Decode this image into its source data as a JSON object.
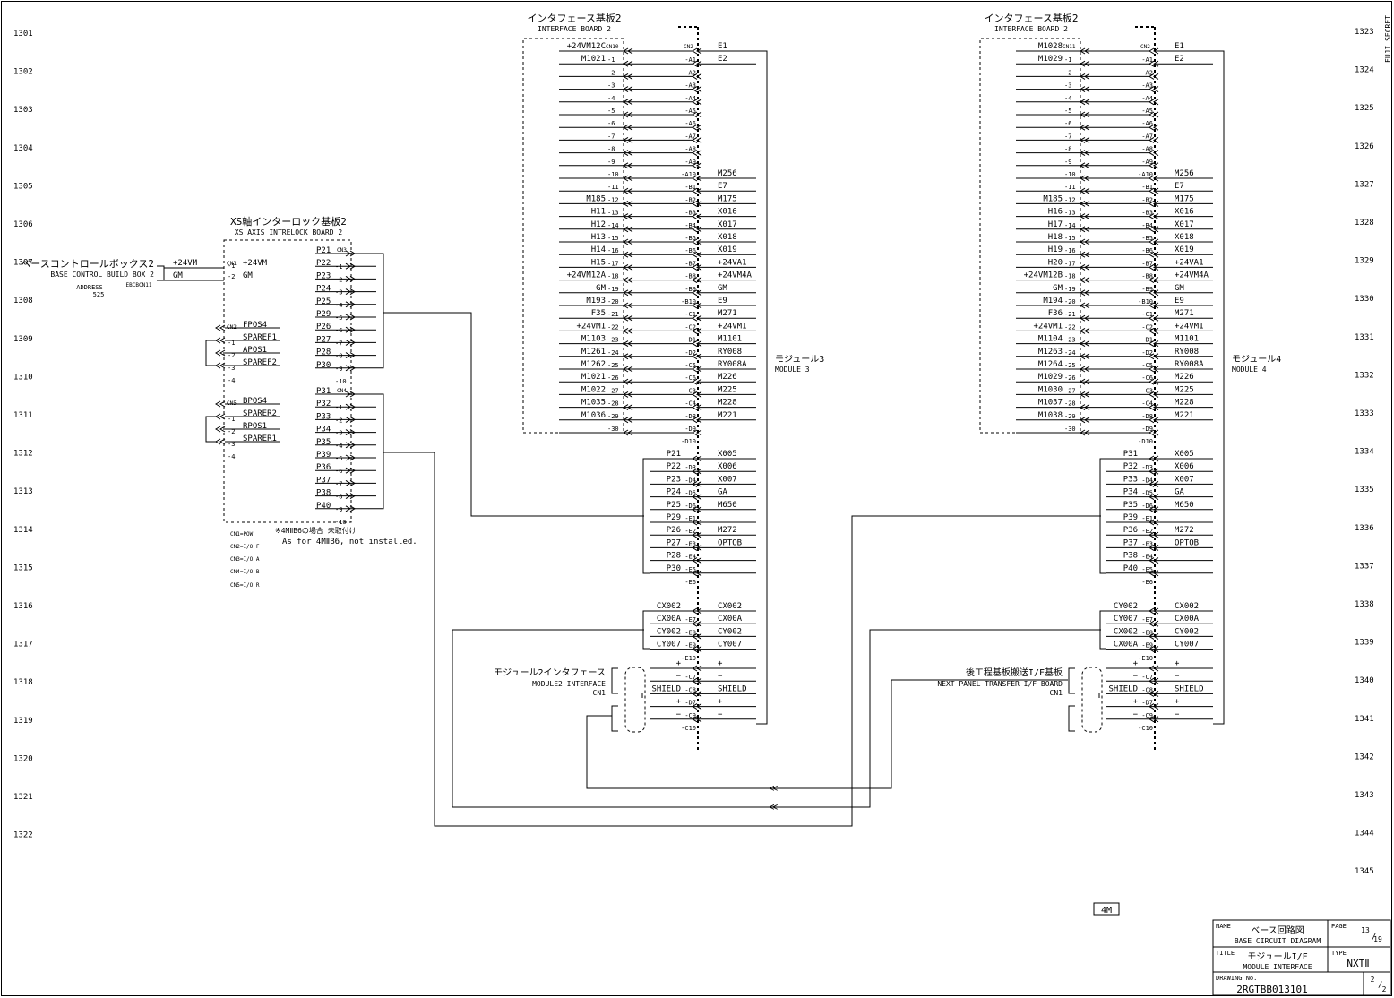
{
  "page": {
    "security_mark": "FUJI SECRET",
    "badge": "4M"
  },
  "row_numbers_left": [
    "1301",
    "1302",
    "1303",
    "1304",
    "1305",
    "1306",
    "1307",
    "1308",
    "1309",
    "1310",
    "1311",
    "1312",
    "1313",
    "1314",
    "1315",
    "1316",
    "1317",
    "1318",
    "1319",
    "1320",
    "1321",
    "1322"
  ],
  "row_numbers_right": [
    "1323",
    "1324",
    "1325",
    "1326",
    "1327",
    "1328",
    "1329",
    "1330",
    "1331",
    "1332",
    "1333",
    "1334",
    "1335",
    "1336",
    "1337",
    "1338",
    "1339",
    "1340",
    "1341",
    "1342",
    "1343",
    "1344",
    "1345"
  ],
  "base_box": {
    "title_jp": "ベースコントロールボックス2",
    "title_en": "BASE CONTROL BUILD BOX 2",
    "address_label": "ADDRESS",
    "address": "525",
    "connector": "EBCBCN11",
    "pins": [
      {
        "num": "1",
        "sig": "+24VM"
      },
      {
        "num": "2",
        "sig": "GM"
      }
    ]
  },
  "xs_board": {
    "title_jp": "XS軸インターロック基板2",
    "title_en": "XS AXIS INTRELOCK BOARD 2",
    "cn1": {
      "label": "CN1",
      "pins": [
        {
          "num": "-1",
          "sig": "+24VM"
        },
        {
          "num": "-2",
          "sig": "GM"
        }
      ]
    },
    "cn2": {
      "label": "CN2",
      "pins": [
        {
          "num": "",
          "sig": "FPOS4"
        },
        {
          "num": "-1",
          "sig": "SPAREF1"
        },
        {
          "num": "-2",
          "sig": "APOS1"
        },
        {
          "num": "-3",
          "sig": "SPAREF2"
        },
        {
          "num": "-4",
          "sig": ""
        }
      ]
    },
    "cn5": {
      "label": "CN5",
      "pins": [
        {
          "num": "",
          "sig": "BPOS4"
        },
        {
          "num": "-1",
          "sig": "SPARER2"
        },
        {
          "num": "-2",
          "sig": "RPOS1"
        },
        {
          "num": "-3",
          "sig": "SPARER1"
        },
        {
          "num": "-4",
          "sig": ""
        }
      ]
    },
    "cn3": {
      "label": "CN3",
      "pins": [
        {
          "num": "",
          "sig": "P21"
        },
        {
          "num": "-1",
          "sig": "P22"
        },
        {
          "num": "-2",
          "sig": "P23"
        },
        {
          "num": "-3",
          "sig": "P24"
        },
        {
          "num": "-4",
          "sig": "P25"
        },
        {
          "num": "-5",
          "sig": "P29"
        },
        {
          "num": "-6",
          "sig": "P26"
        },
        {
          "num": "-7",
          "sig": "P27"
        },
        {
          "num": "-8",
          "sig": "P28"
        },
        {
          "num": "-9",
          "sig": "P30"
        },
        {
          "num": "-10",
          "sig": ""
        }
      ]
    },
    "cn4": {
      "label": "CN4",
      "pins": [
        {
          "num": "",
          "sig": "P31"
        },
        {
          "num": "-1",
          "sig": "P32"
        },
        {
          "num": "-2",
          "sig": "P33"
        },
        {
          "num": "-3",
          "sig": "P34"
        },
        {
          "num": "-4",
          "sig": "P35"
        },
        {
          "num": "-5",
          "sig": "P39"
        },
        {
          "num": "-6",
          "sig": "P36"
        },
        {
          "num": "-7",
          "sig": "P37"
        },
        {
          "num": "-8",
          "sig": "P38"
        },
        {
          "num": "-9",
          "sig": "P40"
        },
        {
          "num": "-10",
          "sig": ""
        }
      ]
    },
    "legend": [
      "CN1=POW",
      "CN2=I/O F",
      "CN3=I/O A",
      "CN4=I/O B",
      "CN5=I/O R"
    ],
    "note_jp": "※4MⅡB6の場合 未取付け",
    "note_en": "As for 4MⅡB6, not installed."
  },
  "if_boards": [
    {
      "title_jp": "インタフェース基板2",
      "title_en": "INTERFACE BOARD 2",
      "cn10_label": "CN10",
      "cn2_label": "CN2",
      "module_jp": "モジュール3",
      "module_en": "MODULE 3",
      "rows": [
        {
          "l": "+24VM12C",
          "ln": "",
          "rn": "",
          "r": "E1"
        },
        {
          "l": "M1021",
          "ln": "-1",
          "rn": "-A1",
          "r": "E2"
        },
        {
          "l": "",
          "ln": "-2",
          "rn": "-A2",
          "r": ""
        },
        {
          "l": "",
          "ln": "-3",
          "rn": "-A3",
          "r": ""
        },
        {
          "l": "",
          "ln": "-4",
          "rn": "-A4",
          "r": ""
        },
        {
          "l": "",
          "ln": "-5",
          "rn": "-A5",
          "r": ""
        },
        {
          "l": "",
          "ln": "-6",
          "rn": "-A6",
          "r": ""
        },
        {
          "l": "",
          "ln": "-7",
          "rn": "-A7",
          "r": ""
        },
        {
          "l": "",
          "ln": "-8",
          "rn": "-A8",
          "r": ""
        },
        {
          "l": "",
          "ln": "-9",
          "rn": "-A9",
          "r": ""
        },
        {
          "l": "",
          "ln": "-10",
          "rn": "-A10",
          "r": "M256"
        },
        {
          "l": "",
          "ln": "-11",
          "rn": "-B1",
          "r": "E7"
        },
        {
          "l": "M185",
          "ln": "-12",
          "rn": "-B2",
          "r": "M175"
        },
        {
          "l": "H11",
          "ln": "-13",
          "rn": "-B3",
          "r": "X016"
        },
        {
          "l": "H12",
          "ln": "-14",
          "rn": "-B4",
          "r": "X017"
        },
        {
          "l": "H13",
          "ln": "-15",
          "rn": "-B5",
          "r": "X018"
        },
        {
          "l": "H14",
          "ln": "-16",
          "rn": "-B6",
          "r": "X019"
        },
        {
          "l": "H15",
          "ln": "-17",
          "rn": "-B7",
          "r": "+24VA1"
        },
        {
          "l": "+24VM12A",
          "ln": "-18",
          "rn": "-B8",
          "r": "+24VM4A"
        },
        {
          "l": "GM",
          "ln": "-19",
          "rn": "-B9",
          "r": "GM"
        },
        {
          "l": "M193",
          "ln": "-20",
          "rn": "-B10",
          "r": "E9"
        },
        {
          "l": "F35",
          "ln": "-21",
          "rn": "-C1",
          "r": "M271"
        },
        {
          "l": "+24VM1",
          "ln": "-22",
          "rn": "-C2",
          "r": "+24VM1"
        },
        {
          "l": "M1103",
          "ln": "-23",
          "rn": "-D1",
          "r": "M1101"
        },
        {
          "l": "M1261",
          "ln": "-24",
          "rn": "-D2",
          "r": "RY008"
        },
        {
          "l": "M1262",
          "ln": "-25",
          "rn": "-C5",
          "r": "RY008A"
        },
        {
          "l": "M1021",
          "ln": "-26",
          "rn": "-C6",
          "r": "M226"
        },
        {
          "l": "M1022",
          "ln": "-27",
          "rn": "-C3",
          "r": "M225"
        },
        {
          "l": "M1035",
          "ln": "-28",
          "rn": "-C4",
          "r": "M228"
        },
        {
          "l": "M1036",
          "ln": "-29",
          "rn": "-D8",
          "r": "M221"
        },
        {
          "l": "",
          "ln": "-30",
          "rn": "-D9",
          "r": ""
        },
        {
          "l": "",
          "ln": "",
          "rn": "-D10",
          "r": ""
        }
      ],
      "rows2": [
        {
          "l": "P21",
          "rn": "",
          "r": "X005"
        },
        {
          "l": "P22",
          "rn": "-D3",
          "r": "X006"
        },
        {
          "l": "P23",
          "rn": "-D4",
          "r": "X007"
        },
        {
          "l": "P24",
          "rn": "-D5",
          "r": "GA"
        },
        {
          "l": "P25",
          "rn": "-D6",
          "r": "M650"
        },
        {
          "l": "P29",
          "rn": "-E1",
          "r": ""
        },
        {
          "l": "P26",
          "rn": "-E2",
          "r": "M272"
        },
        {
          "l": "P27",
          "rn": "-E3",
          "r": "OPTOB"
        },
        {
          "l": "P28",
          "rn": "-E4",
          "r": ""
        },
        {
          "l": "P30",
          "rn": "-E5",
          "r": ""
        },
        {
          "l": "",
          "rn": "-E6",
          "r": ""
        }
      ],
      "rows3": [
        {
          "l": "CX002",
          "rn": "",
          "r": "CX002"
        },
        {
          "l": "CX00A",
          "rn": "-E7",
          "r": "CX00A"
        },
        {
          "l": "CY002",
          "rn": "-E8",
          "r": "CY002"
        },
        {
          "l": "CY007",
          "rn": "-E9",
          "r": "CY007"
        },
        {
          "l": "",
          "rn": "-E10",
          "r": ""
        }
      ],
      "sub_jp": "モジュール2インタフェース",
      "sub_en": "MODULE2 INTERFACE",
      "sub_cn": "CN1",
      "rows4": [
        {
          "l": "+",
          "rn": "",
          "r": "+"
        },
        {
          "l": "−",
          "rn": "-C7",
          "r": "−"
        },
        {
          "l": "SHIELD",
          "rn": "-C8",
          "r": "SHIELD"
        },
        {
          "l": "+",
          "rn": "-D7",
          "r": "+"
        },
        {
          "l": "−",
          "rn": "-C9",
          "r": "−"
        },
        {
          "l": "",
          "rn": "-C10",
          "r": ""
        }
      ]
    },
    {
      "title_jp": "インタフェース基板2",
      "title_en": "INTERFACE BOARD 2",
      "cn10_label": "CN11",
      "cn2_label": "CN2",
      "module_jp": "モジュール4",
      "module_en": "MODULE 4",
      "rows": [
        {
          "l": "M1028",
          "ln": "",
          "rn": "",
          "r": "E1"
        },
        {
          "l": "M1029",
          "ln": "-1",
          "rn": "-A1",
          "r": "E2"
        },
        {
          "l": "",
          "ln": "-2",
          "rn": "-A2",
          "r": ""
        },
        {
          "l": "",
          "ln": "-3",
          "rn": "-A3",
          "r": ""
        },
        {
          "l": "",
          "ln": "-4",
          "rn": "-A4",
          "r": ""
        },
        {
          "l": "",
          "ln": "-5",
          "rn": "-A5",
          "r": ""
        },
        {
          "l": "",
          "ln": "-6",
          "rn": "-A6",
          "r": ""
        },
        {
          "l": "",
          "ln": "-7",
          "rn": "-A7",
          "r": ""
        },
        {
          "l": "",
          "ln": "-8",
          "rn": "-A8",
          "r": ""
        },
        {
          "l": "",
          "ln": "-9",
          "rn": "-A9",
          "r": ""
        },
        {
          "l": "",
          "ln": "-10",
          "rn": "-A10",
          "r": "M256"
        },
        {
          "l": "",
          "ln": "-11",
          "rn": "-B1",
          "r": "E7"
        },
        {
          "l": "M185",
          "ln": "-12",
          "rn": "-B2",
          "r": "M175"
        },
        {
          "l": "H16",
          "ln": "-13",
          "rn": "-B3",
          "r": "X016"
        },
        {
          "l": "H17",
          "ln": "-14",
          "rn": "-B4",
          "r": "X017"
        },
        {
          "l": "H18",
          "ln": "-15",
          "rn": "-B5",
          "r": "X018"
        },
        {
          "l": "H19",
          "ln": "-16",
          "rn": "-B6",
          "r": "X019"
        },
        {
          "l": "H20",
          "ln": "-17",
          "rn": "-B7",
          "r": "+24VA1"
        },
        {
          "l": "+24VM12B",
          "ln": "-18",
          "rn": "-B8",
          "r": "+24VM4A"
        },
        {
          "l": "GM",
          "ln": "-19",
          "rn": "-B9",
          "r": "GM"
        },
        {
          "l": "M194",
          "ln": "-20",
          "rn": "-B10",
          "r": "E9"
        },
        {
          "l": "F36",
          "ln": "-21",
          "rn": "-C1",
          "r": "M271"
        },
        {
          "l": "+24VM1",
          "ln": "-22",
          "rn": "-C2",
          "r": "+24VM1"
        },
        {
          "l": "M1104",
          "ln": "-23",
          "rn": "-D1",
          "r": "M1101"
        },
        {
          "l": "M1263",
          "ln": "-24",
          "rn": "-D2",
          "r": "RY008"
        },
        {
          "l": "M1264",
          "ln": "-25",
          "rn": "-C5",
          "r": "RY008A"
        },
        {
          "l": "M1029",
          "ln": "-26",
          "rn": "-C6",
          "r": "M226"
        },
        {
          "l": "M1030",
          "ln": "-27",
          "rn": "-C3",
          "r": "M225"
        },
        {
          "l": "M1037",
          "ln": "-28",
          "rn": "-C4",
          "r": "M228"
        },
        {
          "l": "M1038",
          "ln": "-29",
          "rn": "-D8",
          "r": "M221"
        },
        {
          "l": "",
          "ln": "-30",
          "rn": "-D9",
          "r": ""
        },
        {
          "l": "",
          "ln": "",
          "rn": "-D10",
          "r": ""
        }
      ],
      "rows2": [
        {
          "l": "P31",
          "rn": "",
          "r": "X005"
        },
        {
          "l": "P32",
          "rn": "-D3",
          "r": "X006"
        },
        {
          "l": "P33",
          "rn": "-D4",
          "r": "X007"
        },
        {
          "l": "P34",
          "rn": "-D5",
          "r": "GA"
        },
        {
          "l": "P35",
          "rn": "-D6",
          "r": "M650"
        },
        {
          "l": "P39",
          "rn": "-E1",
          "r": ""
        },
        {
          "l": "P36",
          "rn": "-E2",
          "r": "M272"
        },
        {
          "l": "P37",
          "rn": "-E3",
          "r": "OPTOB"
        },
        {
          "l": "P38",
          "rn": "-E4",
          "r": ""
        },
        {
          "l": "P40",
          "rn": "-E5",
          "r": ""
        },
        {
          "l": "",
          "rn": "-E6",
          "r": ""
        }
      ],
      "rows3": [
        {
          "l": "CY002",
          "rn": "",
          "r": "CX002"
        },
        {
          "l": "CY007",
          "rn": "-E7",
          "r": "CX00A"
        },
        {
          "l": "CX002",
          "rn": "-E8",
          "r": "CY002"
        },
        {
          "l": "CX00A",
          "rn": "-E9",
          "r": "CY007"
        },
        {
          "l": "",
          "rn": "-E10",
          "r": ""
        }
      ],
      "sub_jp": "後工程基板搬送I/F基板",
      "sub_en": "NEXT PANEL TRANSFER I/F BOARD",
      "sub_cn": "CN1",
      "rows4": [
        {
          "l": "+",
          "rn": "",
          "r": "+"
        },
        {
          "l": "−",
          "rn": "-C7",
          "r": "−"
        },
        {
          "l": "SHIELD",
          "rn": "-C8",
          "r": "SHIELD"
        },
        {
          "l": "+",
          "rn": "-D7",
          "r": "+"
        },
        {
          "l": "−",
          "rn": "-C9",
          "r": "−"
        },
        {
          "l": "",
          "rn": "-C10",
          "r": ""
        }
      ]
    }
  ],
  "title_block": {
    "name_label": "NAME",
    "name_jp": "ベース回路図",
    "name_en": "BASE CIRCUIT DIAGRAM",
    "page_label": "PAGE",
    "page_num": "13",
    "page_total": "19",
    "title_label": "TITLE",
    "title_jp": "モジュールI/F",
    "title_en": "MODULE INTERFACE",
    "type_label": "TYPE",
    "type_value": "NXTⅡ",
    "drawing_label": "DRAWING No.",
    "drawing_no": "2RGTBB013101",
    "sheet_num": "2",
    "sheet_total": "2"
  }
}
